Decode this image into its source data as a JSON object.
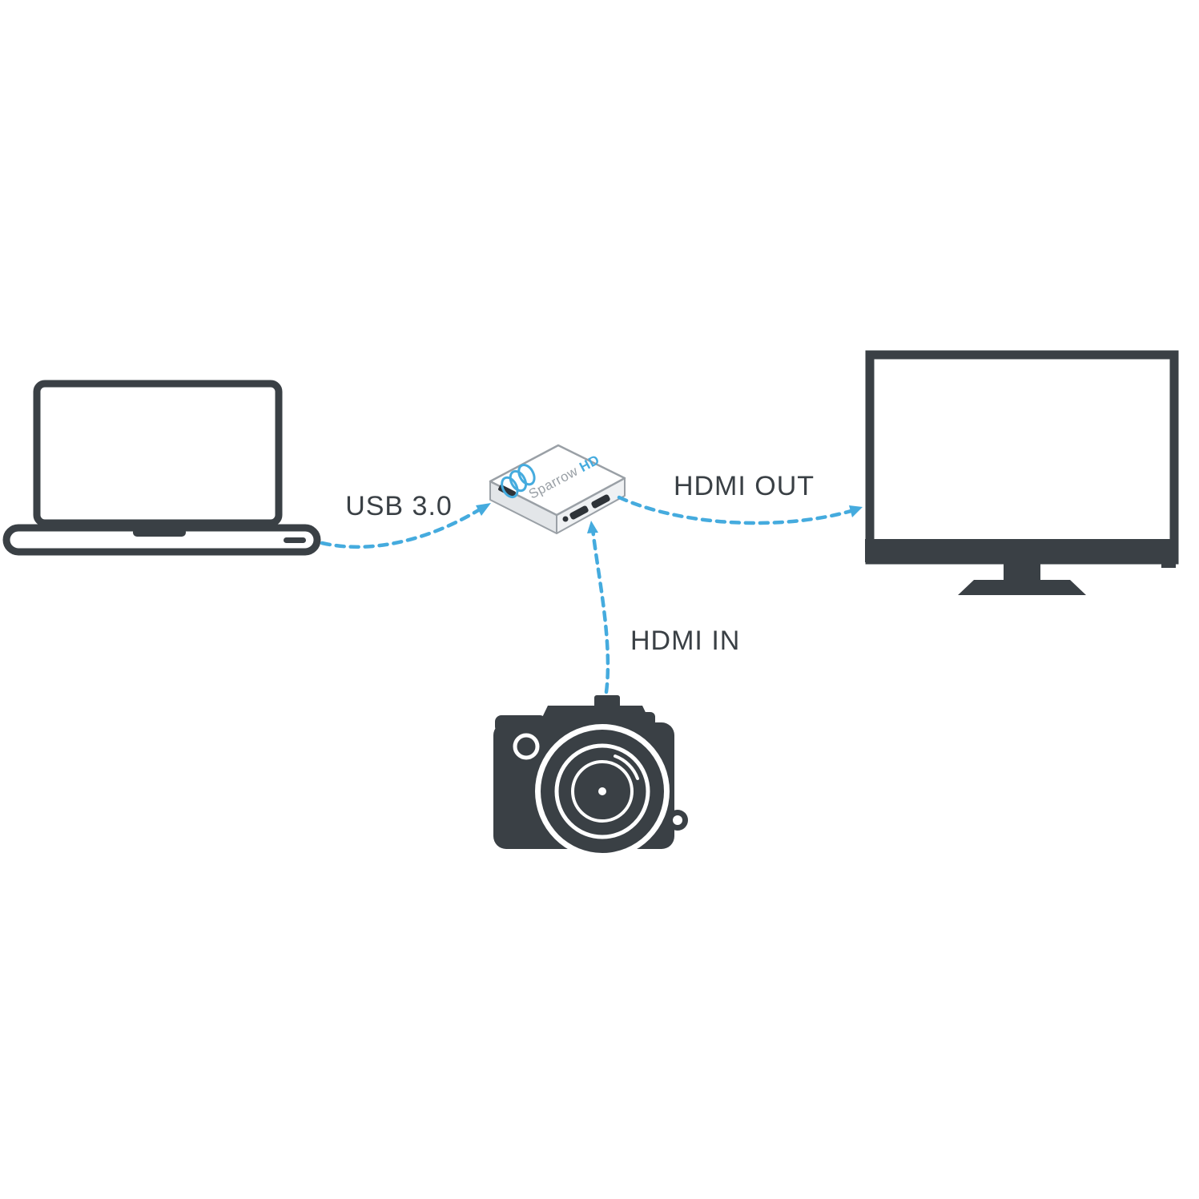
{
  "diagram": {
    "connections": {
      "usb_label": "USB 3.0",
      "hdmi_out_label": "HDMI OUT",
      "hdmi_in_label": "HDMI IN"
    },
    "device": {
      "brand": "Sparrow",
      "model": "HD"
    },
    "icons": {
      "source": "camera-icon",
      "capture": "capture-card-icon",
      "host": "laptop-icon",
      "display": "tv-icon"
    },
    "colors": {
      "ink": "#3a4045",
      "accent": "#45abde",
      "outline": "#9aa0a6"
    }
  }
}
